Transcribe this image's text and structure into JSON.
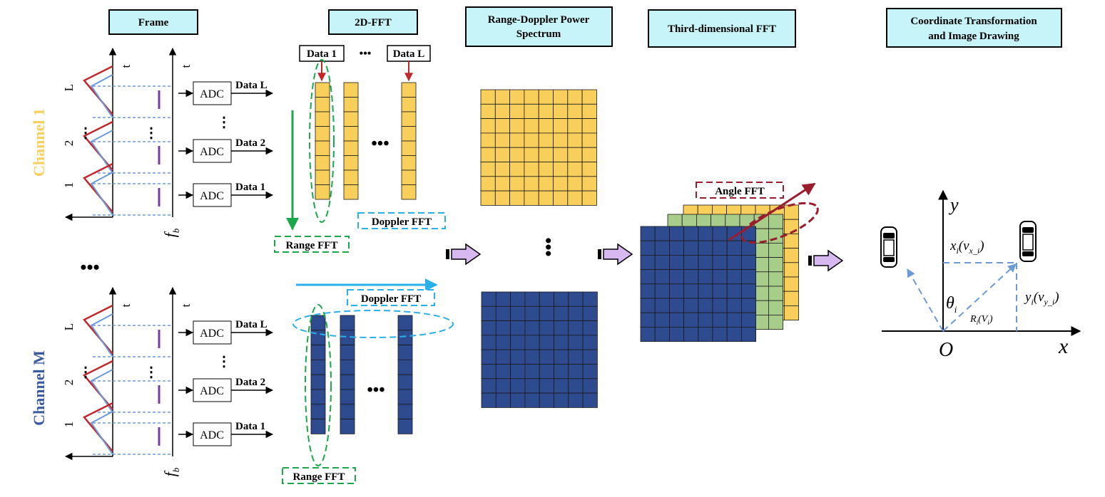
{
  "headers": {
    "frame": "Frame",
    "fft2d": "2D-FFT",
    "spectrum_line1": "Range-Doppler Power",
    "spectrum_line2": "Spectrum",
    "third_fft": "Third-dimensional FFT",
    "coord_line1": "Coordinate Transformation",
    "coord_line2": "and Image Drawing"
  },
  "channels": {
    "channel_1": "Channel 1",
    "channel_m": "Channel M",
    "ellipsis": "•••"
  },
  "frame": {
    "axis_t": "t",
    "axis_fb": "f",
    "axis_fb_sub": "b",
    "chirp_labels": [
      "L",
      "2",
      "1"
    ],
    "vdots": "⋮",
    "adc_label": "ADC",
    "data_labels": [
      "Data L",
      "Data 2",
      "Data 1"
    ]
  },
  "fft2d": {
    "data_1": "Data 1",
    "data_l": "Data L",
    "hdots": "•••",
    "range_fft": "Range FFT",
    "doppler_fft": "Doppler FFT"
  },
  "spectrum": {
    "vdots": "•••"
  },
  "third": {
    "angle_fft": "Angle FFT"
  },
  "coord": {
    "y_axis": "y",
    "x_axis": "x",
    "origin": "O",
    "xi_label": "x",
    "xi_sub": "i",
    "xi_v": "(v",
    "xi_vsub": "x_i",
    "close_paren": ")",
    "yi_label": "y",
    "yi_sub": "i",
    "yi_v": "(v",
    "yi_vsub": "y_i",
    "theta": "θ",
    "theta_sub": "i",
    "r_label": "R",
    "r_sub": "i",
    "r_v": "(V",
    "r_vsub": "i"
  },
  "colors": {
    "header_fill": "#c6f4f9",
    "yellow_cell": "#f9cf5c",
    "blue_cell": "#2f4b8f",
    "green_cell": "#a8cc8a",
    "channel1_text": "#f9cf5c",
    "channelm_text": "#3a5aa0",
    "red_line": "#c0282d",
    "blue_line": "#6b9ad6",
    "green_dash": "#1aa84a",
    "cyan_dash": "#2ab0e8",
    "maroon": "#9a1d2d",
    "arrow_fill": "#d8b8f0"
  }
}
